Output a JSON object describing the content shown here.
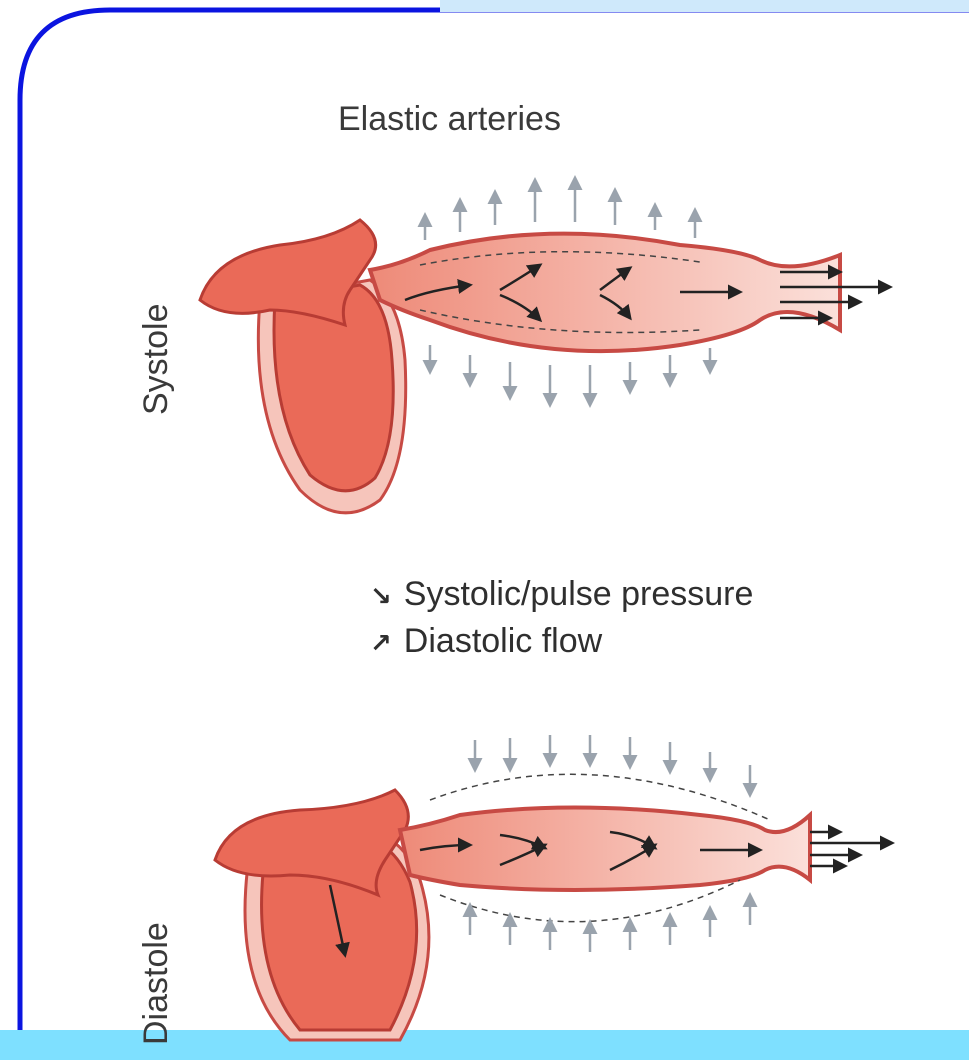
{
  "title": "Elastic arteries",
  "panels": {
    "systole_label": "Systole",
    "diastole_label": "Diastole"
  },
  "legend": [
    {
      "icon": "arrow-down-right-icon",
      "symbol": "↘",
      "label": "Systolic/pulse pressure"
    },
    {
      "icon": "arrow-up-right-icon",
      "symbol": "↗",
      "label": "Diastolic flow"
    }
  ],
  "colors": {
    "frame_border": "#0b14e0",
    "frame_bottom": "#7ee0ff",
    "heart_fill": "#ea6a58",
    "heart_outline": "#b83c34",
    "vessel_fill": "#f4b3a6",
    "vessel_wall": "#c74a44",
    "pressure_arrow": "#9aa3ad",
    "flow_arrow": "#222222"
  }
}
